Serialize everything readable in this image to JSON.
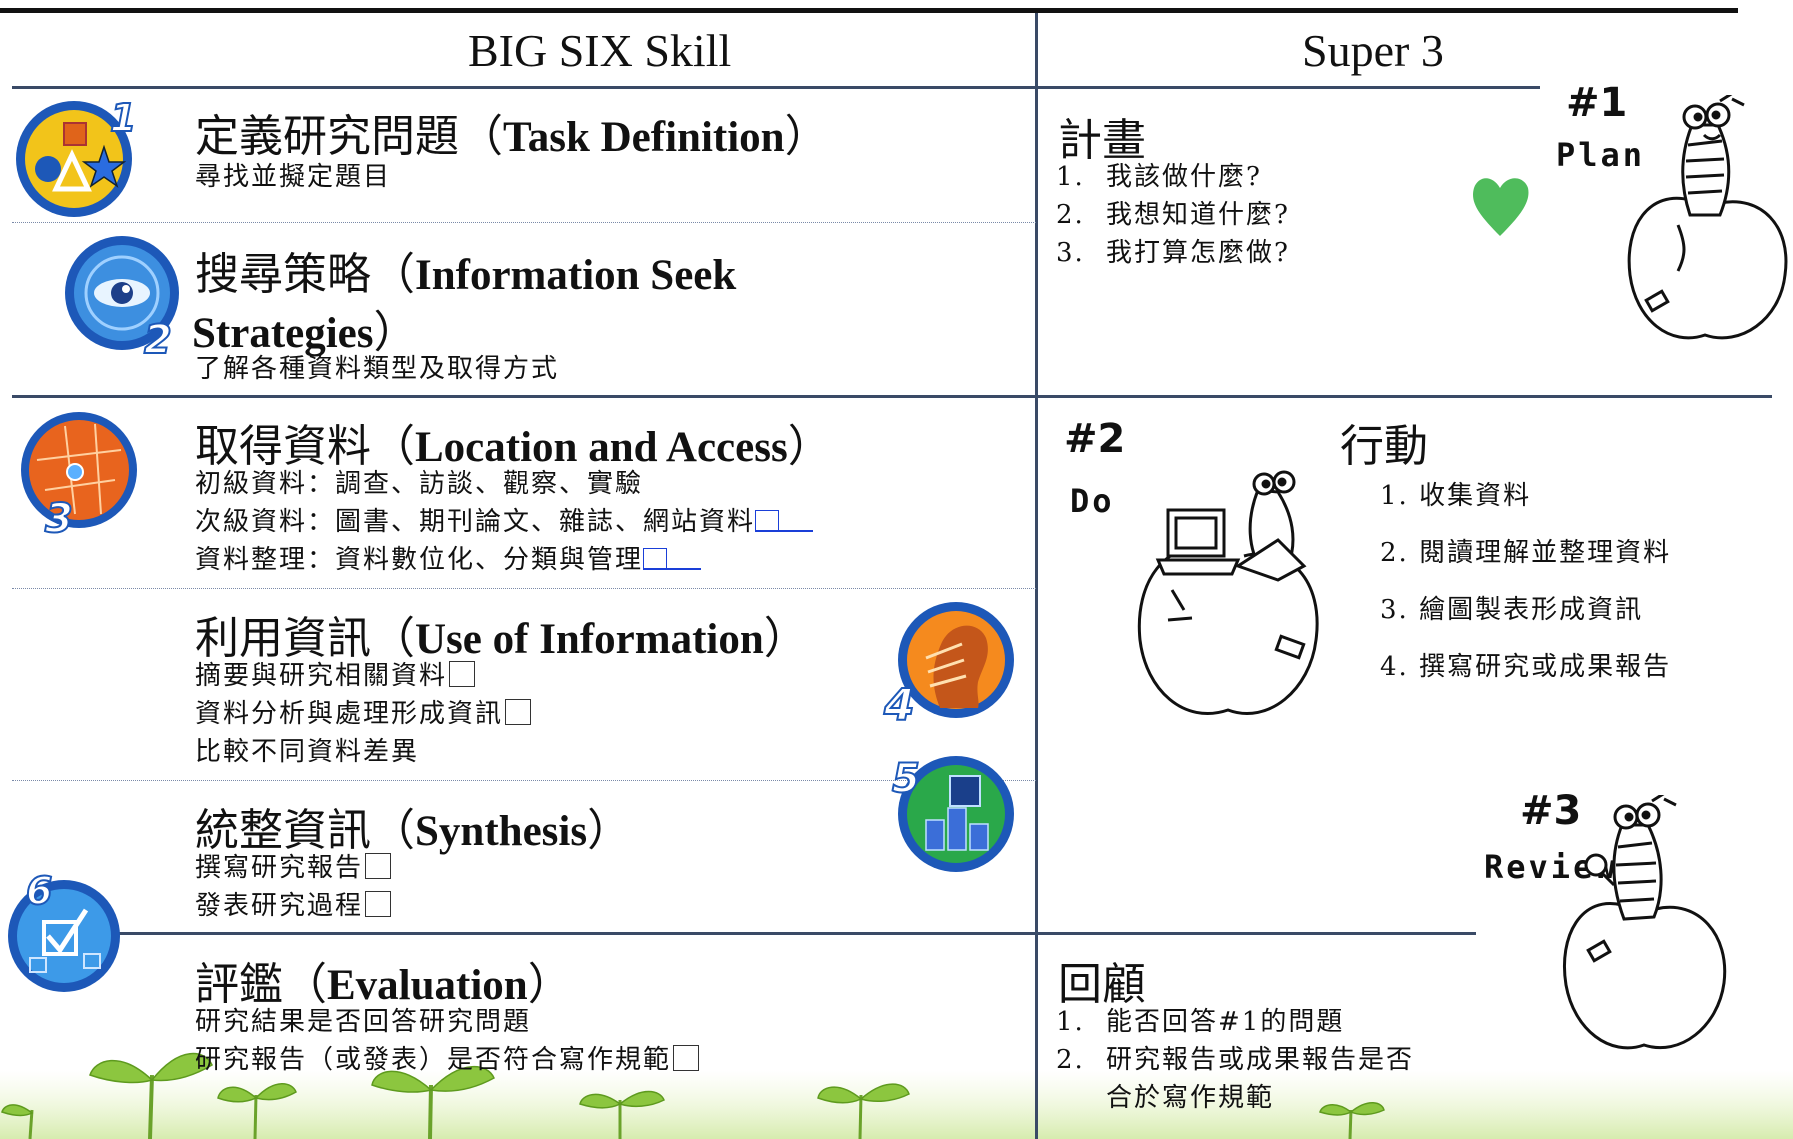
{
  "header": {
    "left": "BIG SIX Skill",
    "right": "Super 3"
  },
  "colors": {
    "rule": "#3a4a66",
    "link": "#1a3fd8",
    "leaf": "#8cc63f",
    "heart": "#3cb54a"
  },
  "big6": [
    {
      "num": "1",
      "icon": "shapes-icon",
      "cn": "定義研究問題",
      "en": "Task Definition",
      "lines": [
        "尋找並擬定題目"
      ]
    },
    {
      "num": "2",
      "icon": "eye-icon",
      "cn": "搜尋策略",
      "en": "Information Seek",
      "en2": "Strategies",
      "lines": [
        "了解各種資料類型及取得方式"
      ]
    },
    {
      "num": "3",
      "icon": "map-icon",
      "cn": "取得資料",
      "en": "Location and Access",
      "lines": [
        "初級資料：調查、訪談、觀察、實驗",
        "次級資料：圖書、期刊論文、雜誌、網站資料",
        "資料整理：資料數位化、分類與管理"
      ]
    },
    {
      "num": "4",
      "icon": "head-icon",
      "cn": "利用資訊",
      "en": "Use of Information",
      "lines": [
        "摘要與研究相關資料",
        "資料分析與處理形成資訊",
        "比較不同資料差異"
      ]
    },
    {
      "num": "5",
      "icon": "blocks-icon",
      "cn": "統整資訊",
      "en": "Synthesis",
      "lines": [
        "撰寫研究報告",
        "發表研究過程"
      ]
    },
    {
      "num": "6",
      "icon": "checkbox-icon",
      "cn": "評鑑",
      "en": "Evaluation",
      "lines": [
        "研究結果是否回答研究問題",
        "研究報告（或發表）是否符合寫作規範"
      ]
    }
  ],
  "super3": {
    "plan": {
      "badge": "#1",
      "label": "Plan",
      "head": "計畫",
      "items": [
        "1.",
        "我該做什麼?",
        "2.",
        "我想知道什麼?",
        "3.",
        "我打算怎麼做?"
      ]
    },
    "do": {
      "badge": "#2",
      "label": "Do",
      "head": "行動",
      "items": [
        "1. 收集資料",
        "2. 閱讀理解並整理資料",
        "3. 繪圖製表形成資訊",
        "4. 撰寫研究或成果報告"
      ]
    },
    "review": {
      "badge": "#3",
      "label": "Review",
      "head": "回顧",
      "items": [
        "1.",
        "能否回答#1的問題",
        "2.",
        "研究報告或成果報告是否",
        "合於寫作規範"
      ]
    }
  }
}
